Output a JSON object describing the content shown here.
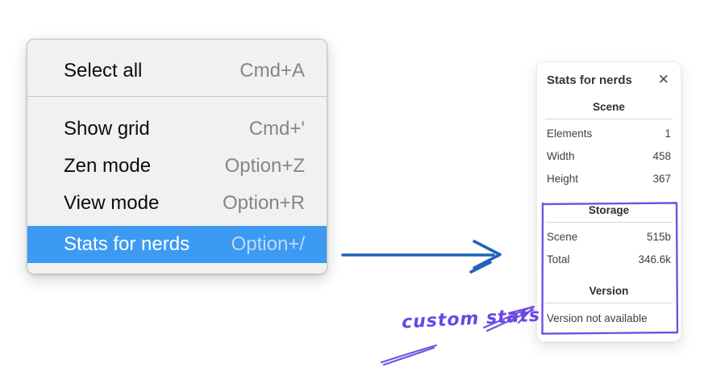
{
  "context_menu": {
    "items": [
      {
        "label": "Select all",
        "shortcut": "Cmd+A",
        "highlighted": false
      },
      {
        "label": "Show grid",
        "shortcut": "Cmd+'",
        "highlighted": false
      },
      {
        "label": "Zen mode",
        "shortcut": "Option+Z",
        "highlighted": false
      },
      {
        "label": "View mode",
        "shortcut": "Option+R",
        "highlighted": false
      },
      {
        "label": "Stats for nerds",
        "shortcut": "Option+/",
        "highlighted": true
      }
    ],
    "highlight_color": "#3d9af2"
  },
  "stats_panel": {
    "title": "Stats for nerds",
    "close_icon": "✕",
    "sections": {
      "scene": {
        "heading": "Scene",
        "rows": [
          {
            "label": "Elements",
            "value": "1"
          },
          {
            "label": "Width",
            "value": "458"
          },
          {
            "label": "Height",
            "value": "367"
          }
        ]
      },
      "storage": {
        "heading": "Storage",
        "rows": [
          {
            "label": "Scene",
            "value": "515b"
          },
          {
            "label": "Total",
            "value": "346.6k"
          }
        ]
      },
      "version": {
        "heading": "Version",
        "note": "Version not available"
      }
    }
  },
  "annotation": {
    "label": "custom stats",
    "color": "#6b46e5"
  },
  "arrow": {
    "color": "#1e63ba"
  }
}
